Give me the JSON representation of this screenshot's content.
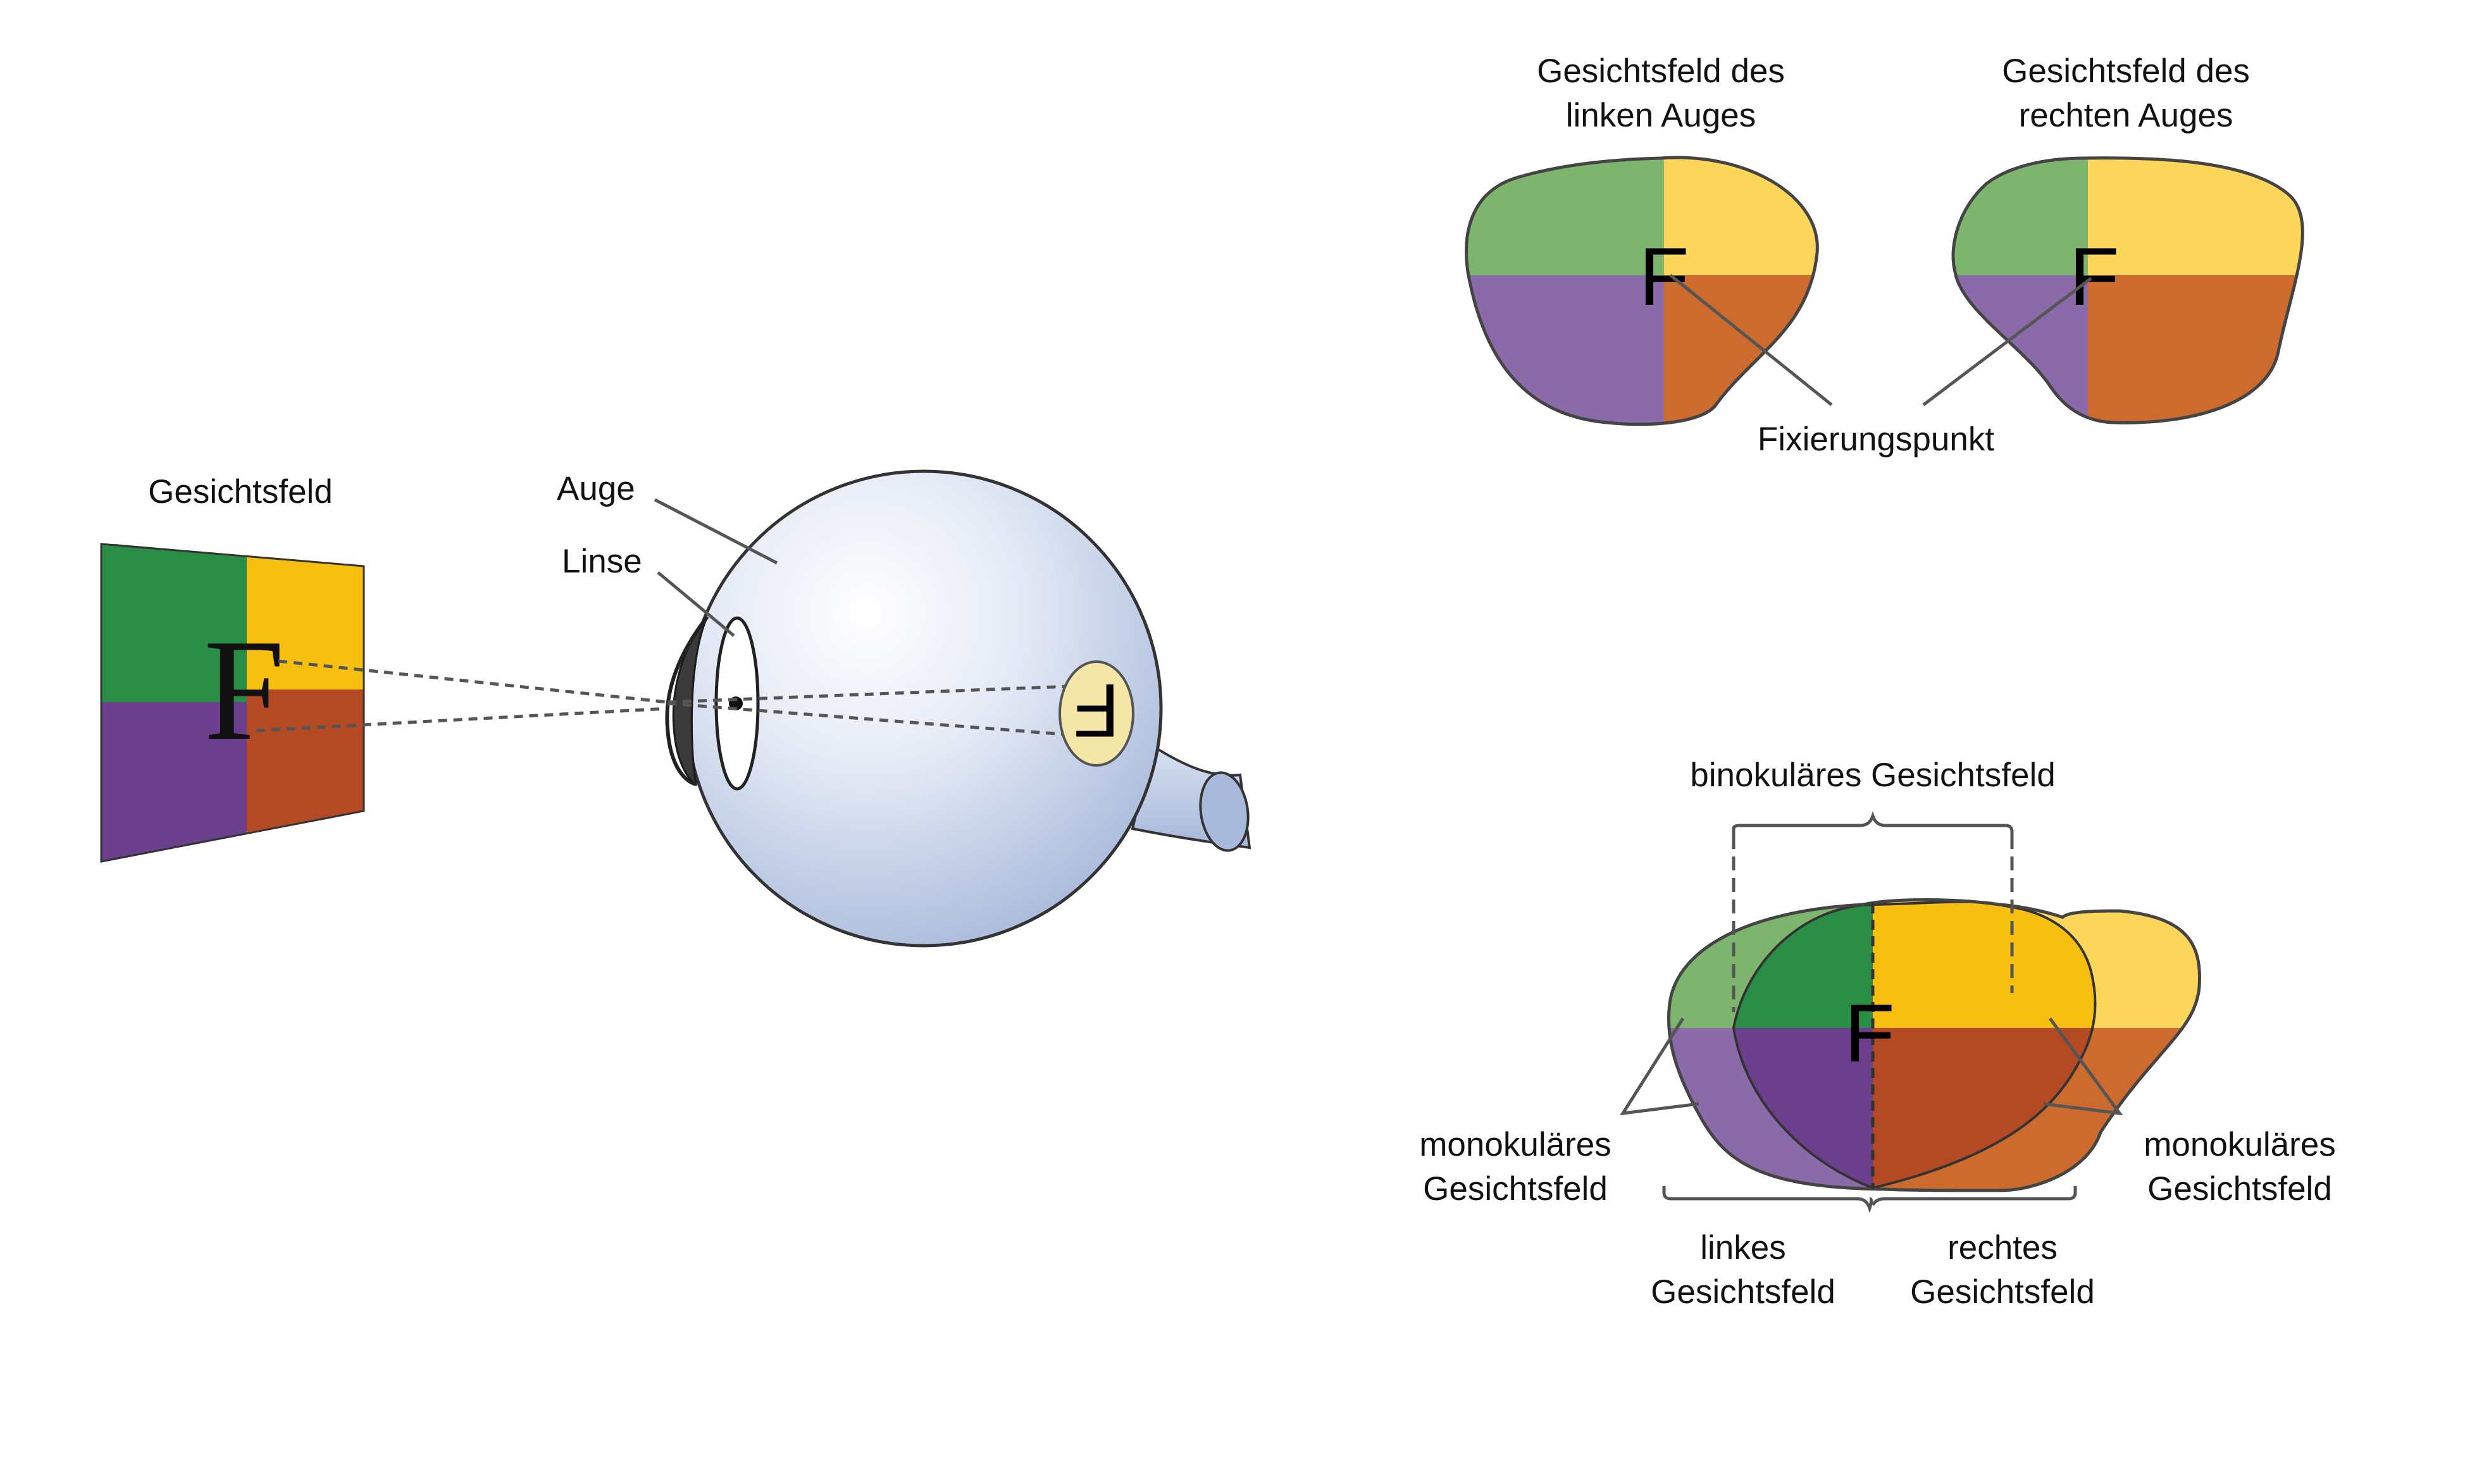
{
  "colors": {
    "upper_left": "#2a8d45",
    "upper_right": "#f7c010",
    "lower_left": "#6b3f8c",
    "lower_right": "#b44a24",
    "upper_left_light": "#7db56e",
    "upper_right_light": "#fcd65a",
    "lower_left_light": "#8a6aa8",
    "lower_right_light": "#cc6b2d",
    "eye_fill": "#c7d3ea",
    "retina_image": "#f3e6a6"
  },
  "left_panel": {
    "field_label": "Gesichtsfeld",
    "field_letter": "F",
    "eye_label": "Auge",
    "lens_label": "Linse",
    "retina_letter": "F"
  },
  "top_right": {
    "left_eye_title_line1": "Gesichtsfeld des",
    "left_eye_title_line2": "linken Auges",
    "right_eye_title_line1": "Gesichtsfeld des",
    "right_eye_title_line2": "rechten Auges",
    "letter": "F",
    "fixation_label": "Fixierungspunkt"
  },
  "bottom_right": {
    "binocular_label": "binokuläres Gesichtsfeld",
    "letter": "F",
    "mono_left_line1": "monokuläres",
    "mono_left_line2": "Gesichtsfeld",
    "mono_right_line1": "monokuläres",
    "mono_right_line2": "Gesichtsfeld",
    "left_field_line1": "linkes",
    "left_field_line2": "Gesichtsfeld",
    "right_field_line1": "rechtes",
    "right_field_line2": "Gesichtsfeld"
  }
}
